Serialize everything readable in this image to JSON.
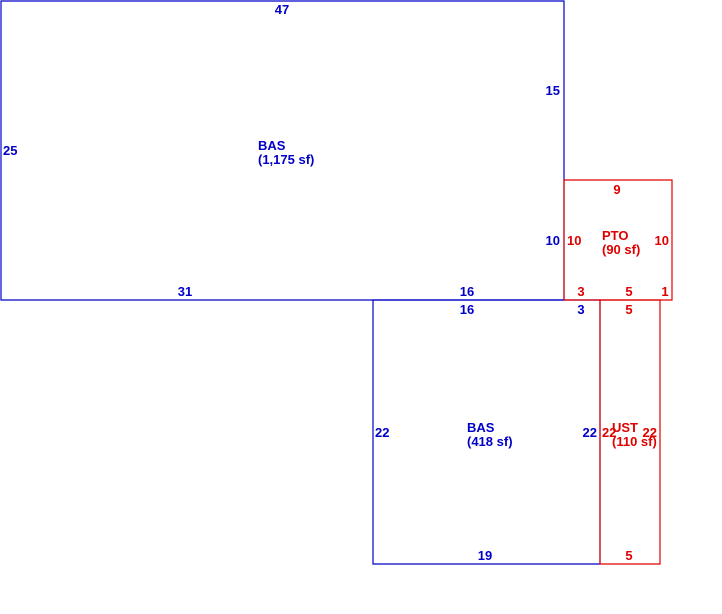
{
  "colors": {
    "bas": "#0000c8",
    "addon": "#e00000"
  },
  "areas": {
    "bas_main": {
      "name": "BAS",
      "area": "(1,175 sf)"
    },
    "bas_lower": {
      "name": "BAS",
      "area": "(418 sf)"
    },
    "pto": {
      "name": "PTO",
      "area": "(90 sf)"
    },
    "ust": {
      "name": "UST",
      "area": "(110 sf)"
    }
  },
  "dimensions": {
    "bas_main_top": "47",
    "bas_main_left": "25",
    "bas_main_right_upper": "15",
    "bas_main_right_lower": "10",
    "bas_main_bottom_left": "31",
    "bas_main_bottom_right": "16",
    "bas_main_bottom_step": "3",
    "bas_lower_top": "16",
    "bas_lower_top_step": "3",
    "bas_lower_left": "22",
    "bas_lower_right": "22",
    "bas_lower_bottom": "19",
    "pto_top": "9",
    "pto_left": "10",
    "pto_right": "10",
    "pto_bottom_left": "3",
    "pto_bottom_mid": "5",
    "pto_bottom_right": "1",
    "ust_top": "5",
    "ust_left": "22",
    "ust_right": "22",
    "ust_bottom": "5"
  }
}
